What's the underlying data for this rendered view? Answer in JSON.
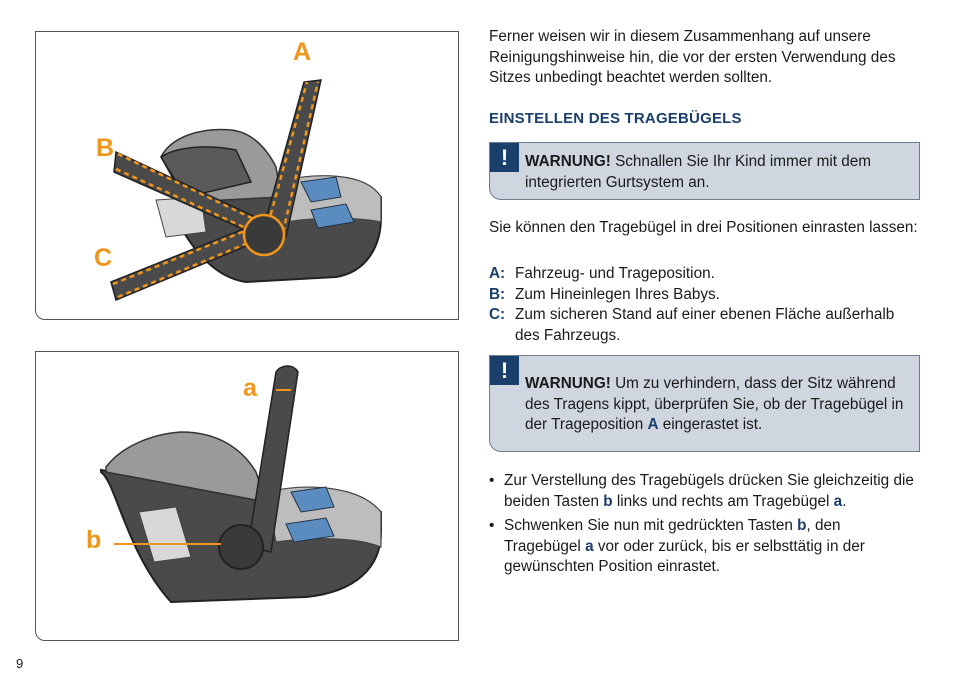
{
  "page_number": "9",
  "figure_top": {
    "label_a": "A",
    "label_b": "B",
    "label_c": "C"
  },
  "figure_bottom": {
    "label_a": "a",
    "label_b": "b"
  },
  "intro_paragraph": "Ferner weisen wir in diesem Zusammenhang auf unsere Reinigungshinweise hin, die vor der ersten Verwendung des Sitzes unbedingt beachtet werden sollten.",
  "section_heading": "EINSTELLEN DES TRAGEBÜGELS",
  "warning1": {
    "icon": "!",
    "bold": "WARNUNG!",
    "text": " Schnallen Sie Ihr Kind immer mit dem integrierten Gurtsystem an."
  },
  "positions_intro": "Sie können den Tragebügel in drei Positionen einrasten lassen:",
  "positions": [
    {
      "key": "A:",
      "text": "Fahrzeug- und Trageposition."
    },
    {
      "key": "B:",
      "text": "Zum Hineinlegen Ihres Babys."
    },
    {
      "key": "C:",
      "text": "Zum sicheren Stand auf einer ebenen Fläche außerhalb des Fahrzeugs."
    }
  ],
  "warning2": {
    "icon": "!",
    "bold": "WARNUNG!",
    "text_before": " Um zu verhindern, dass der Sitz während des Tragens kippt, überprüfen Sie, ob der Tragebügel in der Trageposition ",
    "highlight": "A",
    "text_after": " eingerastet ist."
  },
  "bullets": [
    {
      "dot": "•",
      "t1": "Zur Verstellung des Tragebügels drücken Sie gleichzeitig die beiden Tasten ",
      "h1": "b",
      "t2": " links und rechts am Tragebügel ",
      "h2": "a",
      "t3": "."
    },
    {
      "dot": "•",
      "t1": "Schwenken Sie nun mit gedrückten Tasten ",
      "h1": "b",
      "t2": ", den Tragebügel ",
      "h2": "a",
      "t3": " vor oder zurück, bis er selbsttätig in der gewünschten Position einrastet."
    }
  ],
  "colors": {
    "accent_orange": "#f0961c",
    "heading_blue": "#1b3f6b",
    "warning_bg": "#cfd6df"
  }
}
